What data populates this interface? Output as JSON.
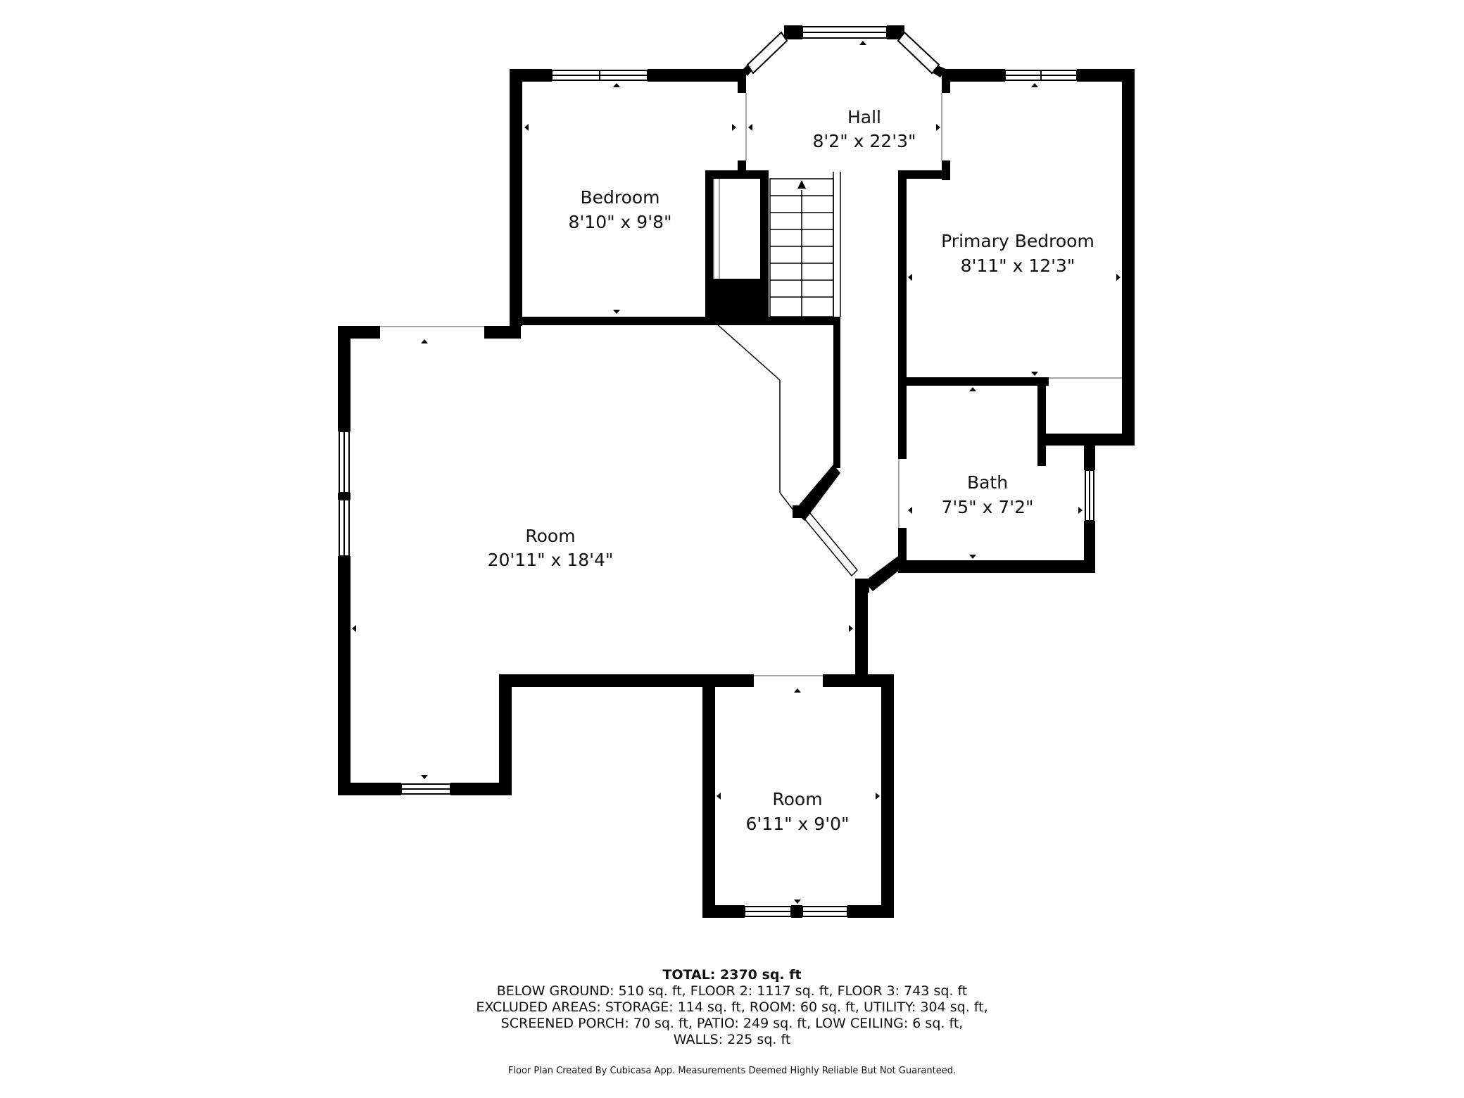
{
  "rooms": {
    "hall": {
      "name": "Hall",
      "dims": "8'2\" x 22'3\""
    },
    "bedroom": {
      "name": "Bedroom",
      "dims": "8'10\" x 9'8\""
    },
    "primary_bedroom": {
      "name": "Primary Bedroom",
      "dims": "8'11\" x 12'3\""
    },
    "bath": {
      "name": "Bath",
      "dims": "7'5\" x 7'2\""
    },
    "room_large": {
      "name": "Room",
      "dims": "20'11\" x 18'4\""
    },
    "room_small": {
      "name": "Room",
      "dims": "6'11\" x 9'0\""
    }
  },
  "summary": {
    "total": "TOTAL: 2370 sq. ft",
    "lines": [
      "BELOW GROUND: 510 sq. ft, FLOOR 2: 1117 sq. ft, FLOOR 3: 743 sq. ft",
      "EXCLUDED AREAS: STORAGE: 114 sq. ft, ROOM: 60 sq. ft, UTILITY: 304 sq. ft,",
      "SCREENED PORCH: 70 sq. ft, PATIO: 249 sq. ft, LOW CEILING: 6 sq. ft,",
      "WALLS: 225 sq. ft"
    ]
  },
  "disclaimer": "Floor Plan Created By Cubicasa App. Measurements Deemed Highly Reliable But Not Guaranteed.",
  "colors": {
    "wall": "#000000",
    "background": "#ffffff"
  }
}
